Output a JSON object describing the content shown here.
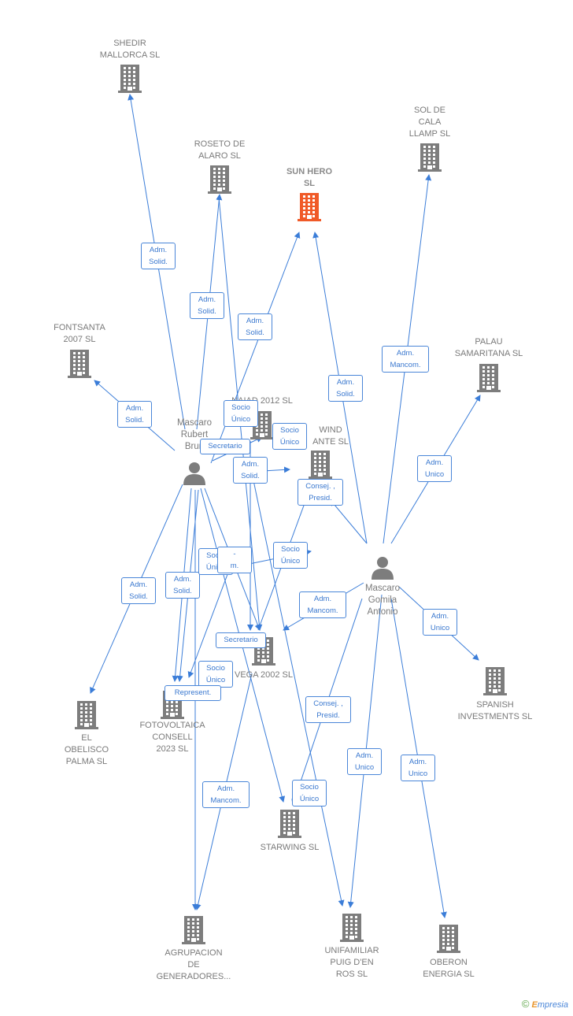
{
  "colors": {
    "edge": "#3b7dd8",
    "building": "#7d7d7d",
    "building_highlight": "#f05a28",
    "person": "#7d7d7d",
    "badge_border": "#4a86d8",
    "badge_text": "#3a78cf"
  },
  "companies": [
    {
      "id": "shedir",
      "label": "SHEDIR\nMALLORCA SL",
      "icon": "building-icon",
      "highlight": false
    },
    {
      "id": "roseto",
      "label": "ROSETO DE\nALARO  SL",
      "icon": "building-icon",
      "highlight": false
    },
    {
      "id": "sunhero",
      "label": "SUN HERO\nSL",
      "icon": "building-icon",
      "highlight": true
    },
    {
      "id": "solcala",
      "label": "SOL DE\nCALA\nLLAMP SL",
      "icon": "building-icon",
      "highlight": false
    },
    {
      "id": "fontsanta",
      "label": "FONTSANTA\n2007 SL",
      "icon": "building-icon",
      "highlight": false
    },
    {
      "id": "palau",
      "label": "PALAU\nSAMARITANA SL",
      "icon": "building-icon",
      "highlight": false
    },
    {
      "id": "naiad",
      "label": "NAIAD 2012 SL",
      "icon": "building-icon",
      "highlight": false
    },
    {
      "id": "wind",
      "label": "WIND\nANTE  SL",
      "icon": "building-icon",
      "highlight": false
    },
    {
      "id": "vega",
      "label": "VEGA 2002 SL",
      "icon": "building-icon",
      "highlight": false
    },
    {
      "id": "obelisco",
      "label": "EL\nOBELISCO\nPALMA SL",
      "icon": "building-icon",
      "highlight": false
    },
    {
      "id": "fotovoltaica",
      "label": "FOTOVOLTAICA\nCONSELL\n2023  SL",
      "icon": "building-icon",
      "highlight": false
    },
    {
      "id": "spanish",
      "label": "SPANISH\nINVESTMENTS SL",
      "icon": "building-icon",
      "highlight": false
    },
    {
      "id": "starwing",
      "label": "STARWING  SL",
      "icon": "building-icon",
      "highlight": false
    },
    {
      "id": "agrupacion",
      "label": "AGRUPACION\nDE\nGENERADORES...",
      "icon": "building-icon",
      "highlight": false
    },
    {
      "id": "unifamiliar",
      "label": "UNIFAMILIAR\nPUIG D'EN\nROS  SL",
      "icon": "building-icon",
      "highlight": false
    },
    {
      "id": "oberon",
      "label": "OBERON\nENERGIA SL",
      "icon": "building-icon",
      "highlight": false
    }
  ],
  "people": [
    {
      "id": "rubert",
      "label": "Mascaro\nRubert\nBrun",
      "icon": "person-icon"
    },
    {
      "id": "gomila",
      "label": "Mascaro\nGomila\nAntonio",
      "icon": "person-icon"
    }
  ],
  "badges": [
    {
      "id": "b1",
      "text": "Adm.\nSolid."
    },
    {
      "id": "b2",
      "text": "Adm.\nSolid."
    },
    {
      "id": "b3",
      "text": "Adm.\nSolid."
    },
    {
      "id": "b4",
      "text": "Adm.\nSolid."
    },
    {
      "id": "b5",
      "text": "Socio\nÚnico"
    },
    {
      "id": "b6",
      "text": "Secretario"
    },
    {
      "id": "b7",
      "text": "Socio\nÚnico"
    },
    {
      "id": "b8",
      "text": "Adm.\nSolid."
    },
    {
      "id": "b9",
      "text": "Consej. ,\nPresid."
    },
    {
      "id": "b10",
      "text": "Adm.\nSolid."
    },
    {
      "id": "b11",
      "text": "Adm.\nMancom."
    },
    {
      "id": "b12",
      "text": "Adm.\nUnico"
    },
    {
      "id": "b13",
      "text": "Adm.\nSolid."
    },
    {
      "id": "b14",
      "text": "Adm.\nSolid."
    },
    {
      "id": "b15",
      "text": "Socio\nÚnico"
    },
    {
      "id": "b16",
      "text": "Socio\nÚnico"
    },
    {
      "id": "b17",
      "text": "Adm.\nMancom."
    },
    {
      "id": "b18",
      "text": "Adm.\nUnico"
    },
    {
      "id": "b19",
      "text": "Secretario"
    },
    {
      "id": "b20",
      "text": "Socio\nÚnico"
    },
    {
      "id": "b21",
      "text": "Represent."
    },
    {
      "id": "b22",
      "text": "Consej. ,\nPresid."
    },
    {
      "id": "b23",
      "text": "Adm.\nUnico"
    },
    {
      "id": "b24",
      "text": "Adm.\nUnico"
    },
    {
      "id": "b25",
      "text": "Adm.\nMancom."
    },
    {
      "id": "b26",
      "text": "Socio\nÚnico"
    },
    {
      "id": "b27",
      "text": "-\nm."
    }
  ],
  "footer": {
    "copyright": "©",
    "brand_first": "E",
    "brand_rest": "mpresia"
  }
}
